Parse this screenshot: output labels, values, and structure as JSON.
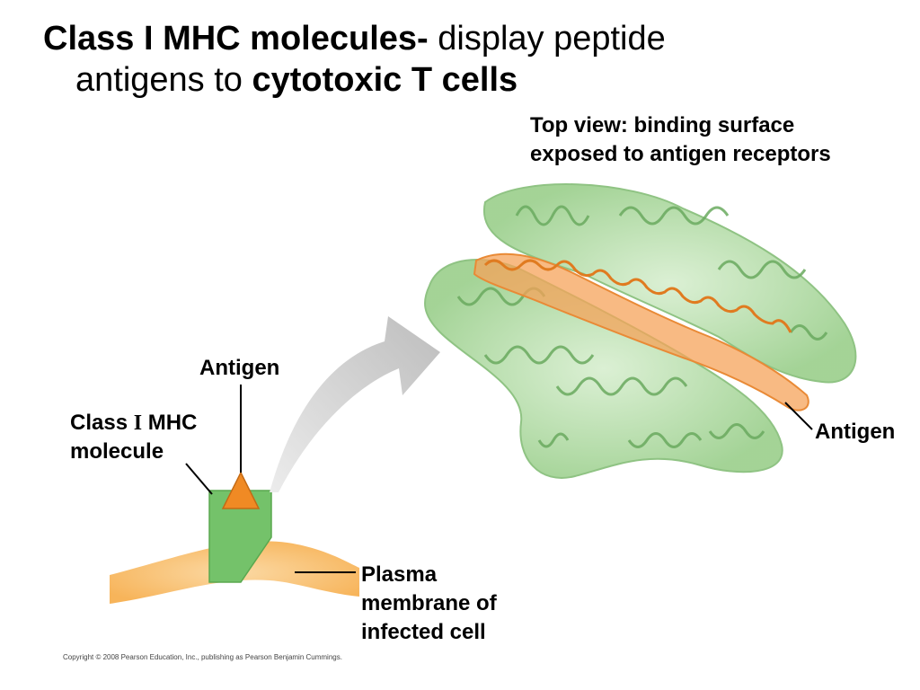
{
  "title": {
    "part1_bold": "Class I MHC molecules-",
    "part1_rest": " display peptide",
    "part2_prefix": "antigens to ",
    "part2_bold": "cytotoxic T cells"
  },
  "labels": {
    "top_view_line1": "Top view: binding surface",
    "top_view_line2": "exposed to antigen receptors",
    "antigen_left": "Antigen",
    "class_prefix": "Class ",
    "class_roman": "I",
    "class_suffix": " MHC",
    "class_line2": "molecule",
    "antigen_right": "Antigen",
    "plasma_line1": "Plasma",
    "plasma_line2": "membrane of",
    "plasma_line3": "infected cell"
  },
  "copyright": "Copyright © 2008 Pearson Education, Inc., publishing as Pearson Benjamin Cummings.",
  "colors": {
    "mhc_green": "#74c26a",
    "protein_green": "#a6d99b",
    "antigen_orange": "#f08a24",
    "membrane_orange": "#f7b45a",
    "arrow_gray": "#c8c8c8"
  }
}
